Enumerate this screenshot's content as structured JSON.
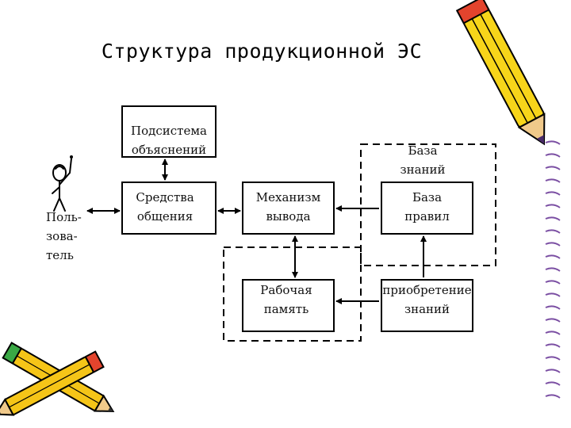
{
  "title": "Структура продукционной ЭС",
  "boxes": {
    "explain": [
      "Подсистема",
      "объяснений"
    ],
    "comm": [
      "Средства",
      "общения"
    ],
    "engine": [
      "Механизм",
      "вывода"
    ],
    "rules": [
      "База",
      "правил"
    ],
    "memory": [
      "Рабочая",
      "память"
    ],
    "acquire": [
      "приобретение",
      "знаний"
    ]
  },
  "kb_label": [
    "База",
    "знаний"
  ],
  "user_label": [
    "Поль-",
    "зова-",
    "тель"
  ],
  "decorations": [
    "pencil-icon",
    "crossed-pencils-icon",
    "stick-figure-icon",
    "notebook-binding"
  ]
}
